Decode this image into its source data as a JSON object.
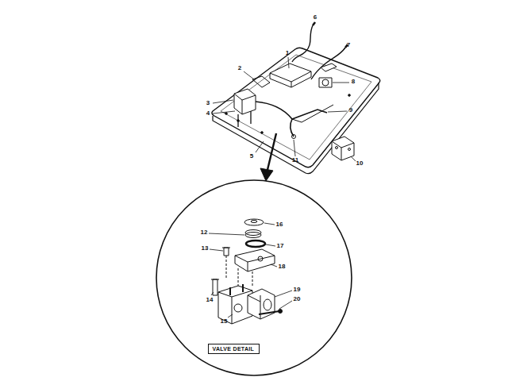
{
  "diagram": {
    "nodes": [
      {
        "text": [
          "VALVE DETAIL"
        ]
      }
    ],
    "labels": [
      "1",
      "2",
      "3",
      "4",
      "5",
      "6",
      "7",
      "8",
      "9",
      "10",
      "11",
      "12",
      "13",
      "14",
      "15",
      "16",
      "17",
      "18",
      "19",
      "20"
    ]
  }
}
